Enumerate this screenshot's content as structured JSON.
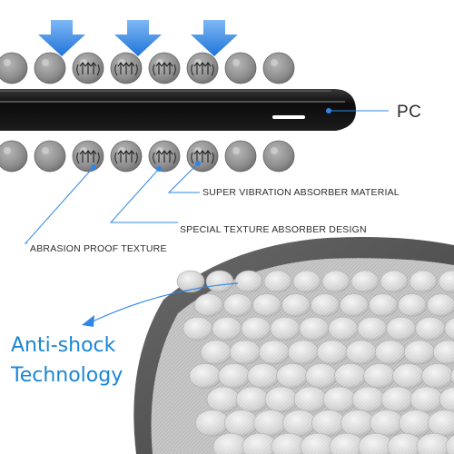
{
  "labels": {
    "pc": "PC",
    "vibration": "SUPER VIBRATION ABSORBER MATERIAL",
    "texture_design": "SPECIAL TEXTURE ABSORBER DESIGN",
    "abrasion": "ABRASION PROOF TEXTURE"
  },
  "headline": {
    "line1": "Anti-shock",
    "line2": "Technology"
  },
  "colors": {
    "accent": "#1a86d6",
    "arrow": "#2f86e8",
    "ball": "#8a8a8a",
    "foam": "#d9d9d9"
  },
  "icons": {
    "pressure_arrow": "down-arrow-icon",
    "cushion": "cushion-ball-icon",
    "curved_pointer": "curved-arrow-icon"
  }
}
